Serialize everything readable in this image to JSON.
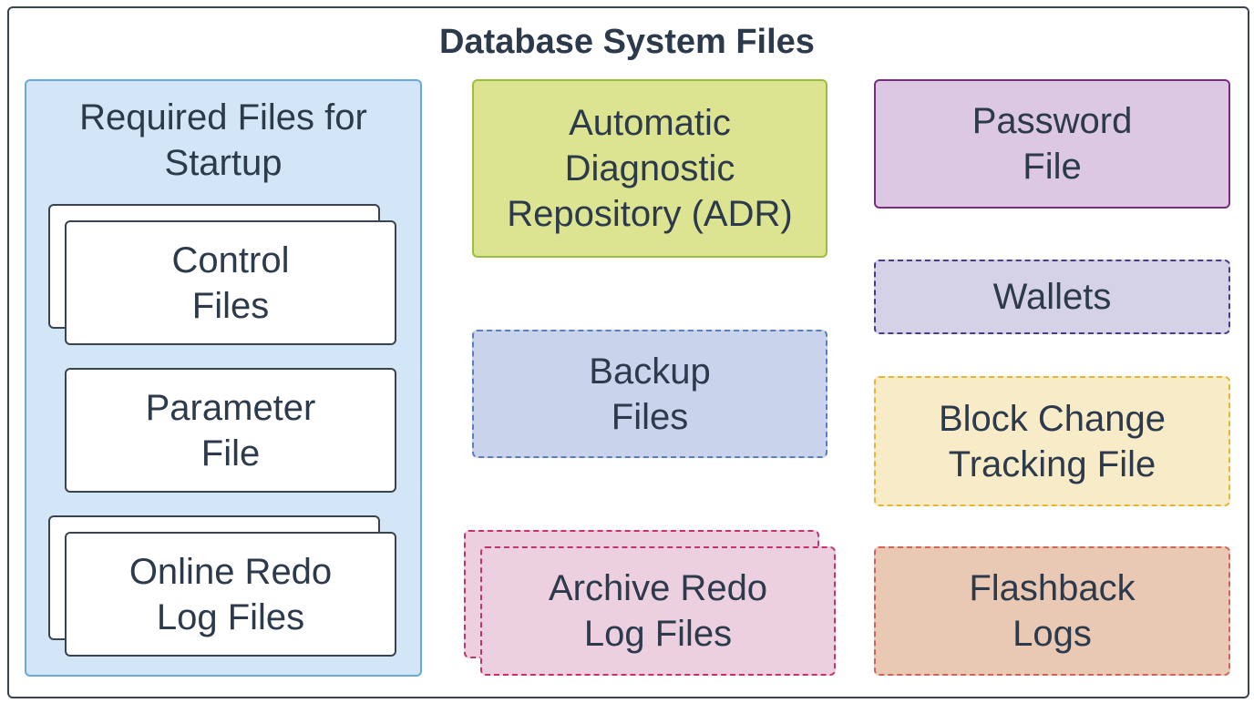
{
  "title": "Database System Files",
  "required_group": {
    "label_line1": "Required Files for",
    "label_line2": "Startup",
    "control_files": [
      "Control",
      "Files"
    ],
    "parameter_file": [
      "Parameter",
      "File"
    ],
    "online_redo": [
      "Online Redo",
      "Log Files"
    ]
  },
  "adr": [
    "Automatic",
    "Diagnostic",
    "Repository (ADR)"
  ],
  "backup": [
    "Backup",
    "Files"
  ],
  "archive_redo": [
    "Archive Redo",
    "Log Files"
  ],
  "password": [
    "Password",
    "File"
  ],
  "wallets": "Wallets",
  "block_change": [
    "Block Change",
    "Tracking File"
  ],
  "flashback": [
    "Flashback",
    "Logs"
  ],
  "colors": {
    "required_fill": "#d3e6f7",
    "required_border": "#6aa9dc",
    "adr_fill": "#dce391",
    "adr_border": "#9cbf3b",
    "backup_fill": "#c9d3ec",
    "backup_border": "#5b7dc2",
    "archive_fill": "#ecd0e0",
    "archive_border": "#c2336f",
    "password_fill": "#dcc8e2",
    "password_border": "#7b2a83",
    "wallets_fill": "#d5d2e7",
    "wallets_border": "#4b3a8c",
    "block_fill": "#f7ebc8",
    "block_border": "#e6b632",
    "flashback_fill": "#eac9b4",
    "flashback_border": "#d0645a"
  }
}
